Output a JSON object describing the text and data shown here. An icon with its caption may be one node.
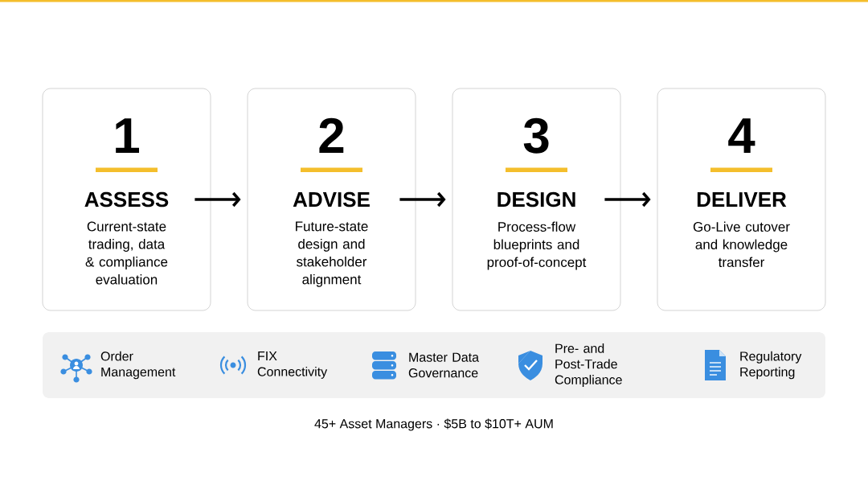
{
  "diagram": {
    "nodes": [
      {
        "text": [
          "1",
          "ASSESS",
          "Current-state trading, data & compliance evaluation"
        ]
      },
      {
        "text": [
          "2",
          "ADVISE",
          "Future-state design and stakeholder alignment"
        ]
      },
      {
        "text": [
          "3",
          "DESIGN",
          "Process-flow blueprints and proof-of-concept"
        ]
      },
      {
        "text": [
          "4",
          "DELIVER",
          "Go-Live cutover and knowledge transfer"
        ]
      },
      {
        "text": [],
        "shape": "box"
      },
      {
        "text": [
          "Order Management"
        ],
        "in": 4
      },
      {
        "text": [
          "FIX Connectivity"
        ],
        "in": 4
      },
      {
        "text": [
          "Master Data Governance"
        ],
        "in": 4
      },
      {
        "text": [
          "Pre- and Post-Trade Compliance"
        ],
        "in": 4
      },
      {
        "text": [
          "Regulatory Reporting"
        ],
        "in": 4
      }
    ],
    "edges": [
      {
        "from": 0,
        "to": 1,
        "arrow": "to"
      },
      {
        "from": 1,
        "to": 2,
        "arrow": "to"
      },
      {
        "from": 2,
        "to": 3,
        "arrow": "to"
      }
    ],
    "labels": [
      "45+ Asset Managers · $5B to $10T+ AUM"
    ]
  }
}
